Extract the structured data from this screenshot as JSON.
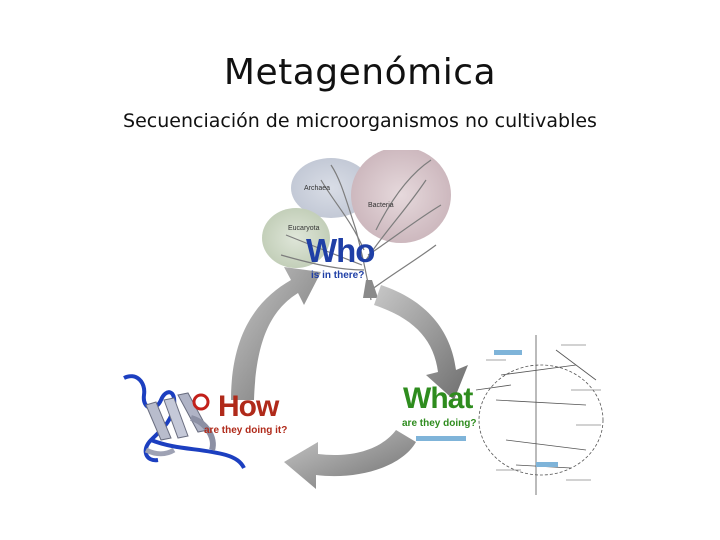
{
  "slide": {
    "title": "Metagenómica",
    "subtitle": "Secuenciación de microorganismos no cultivables"
  },
  "diagram": {
    "stages": [
      {
        "key": "who",
        "label": "Who",
        "sublabel": "is in there?",
        "color": "#1f3fa6"
      },
      {
        "key": "what",
        "label": "What",
        "sublabel": "are they doing?",
        "color": "#2e8c1e"
      },
      {
        "key": "how",
        "label": "How",
        "sublabel": "are they doing it?",
        "color": "#b02a1a"
      }
    ],
    "tree_labels": {
      "archaea": "Archaea",
      "bacteria": "Bacteria",
      "eucaryota": "Eucaryota"
    },
    "arrow_color": "#8a8a8a"
  }
}
